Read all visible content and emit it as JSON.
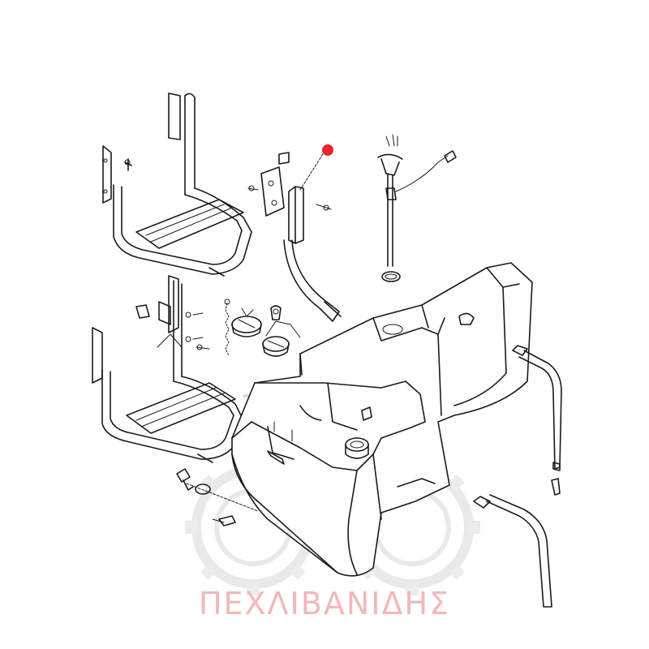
{
  "watermark": {
    "text": "ΠΕΧΛΙΒΑΝΙΔΗΣ",
    "text_color": "#f2b8b8",
    "logo_gear_color": "#e6e6e6",
    "logo_mark_color": "#f4c4c4"
  },
  "diagram": {
    "line_color": "#1a1a1a",
    "marker_color": "#e8262a",
    "parts": [
      "step-upper",
      "step-lower",
      "tank-mount-bracket",
      "fuel-level-sender",
      "sender-o-ring",
      "fuel-cap",
      "adblue-cap",
      "cap-tether-chain",
      "fuel-tank",
      "tank-strap-upper",
      "tank-strap-lower",
      "drain-plug"
    ]
  }
}
